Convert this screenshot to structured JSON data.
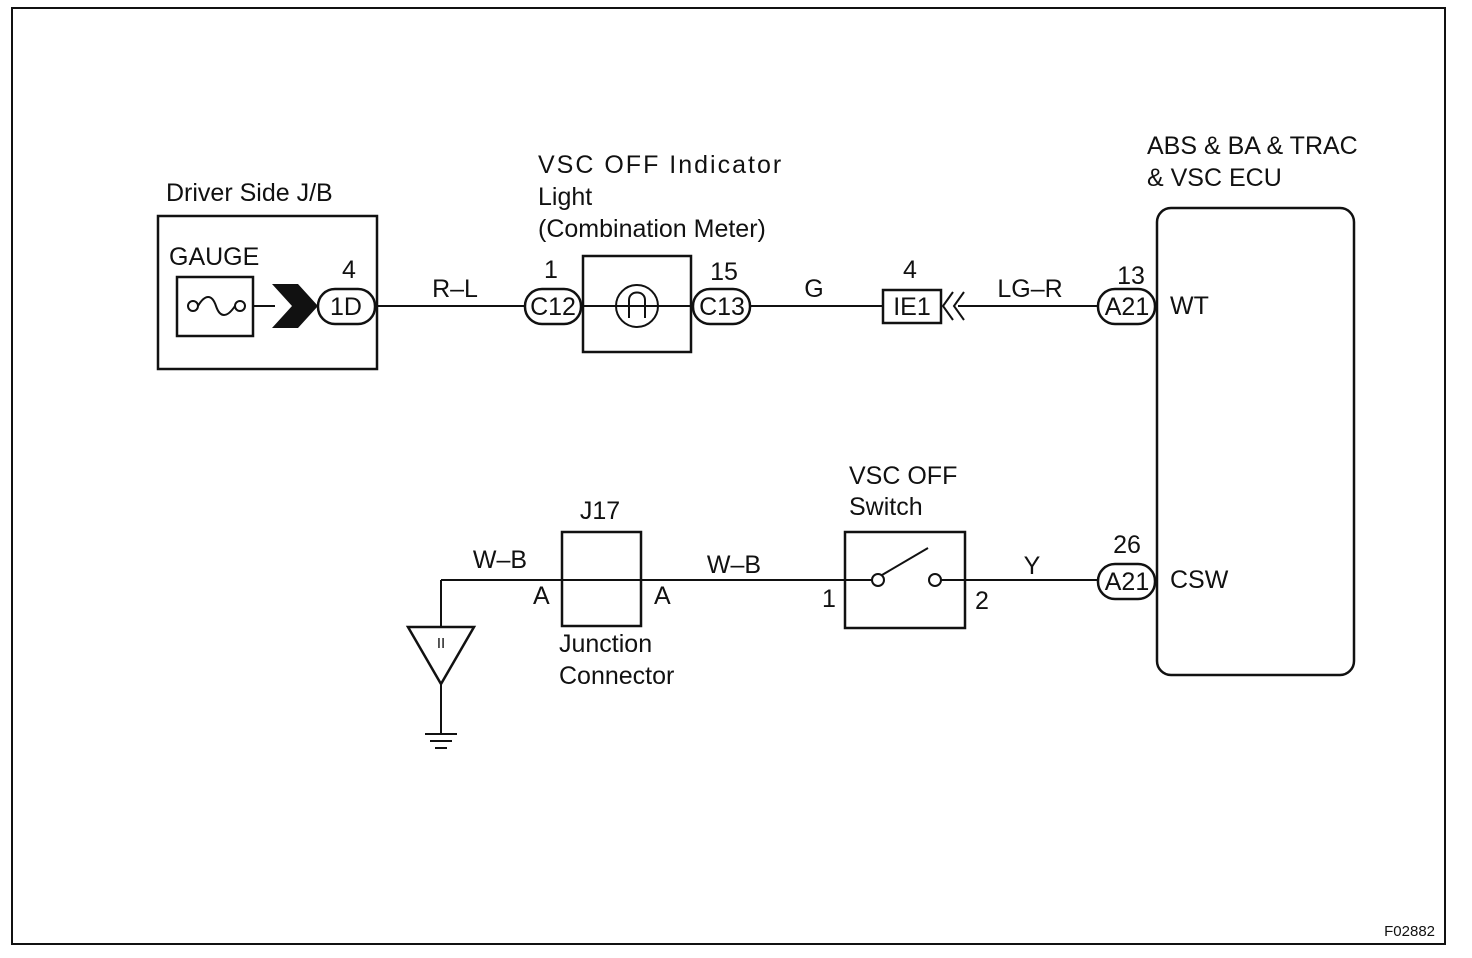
{
  "components": {
    "jb_title": "Driver Side J/B",
    "gauge_label": "GAUGE",
    "indicator_title_1": "VSC  OFF  Indicator",
    "indicator_title_2": "Light",
    "indicator_title_3": "(Combination Meter)",
    "ecu_title_1": "ABS & BA & TRAC",
    "ecu_title_2": "& VSC ECU",
    "junction_id": "J17",
    "junction_title_1": "Junction",
    "junction_title_2": "Connector",
    "switch_title_1": "VSC OFF",
    "switch_title_2": "Switch",
    "ground_symbol": "II"
  },
  "connectors": {
    "c1d": {
      "code": "1D",
      "pin": "4"
    },
    "c12": {
      "code": "C12",
      "pin": "1"
    },
    "c13": {
      "code": "C13",
      "pin": "15"
    },
    "ie1": {
      "code": "IE1",
      "pin": "4"
    },
    "a21_top": {
      "code": "A21",
      "pin": "13"
    },
    "a21_bot": {
      "code": "A21",
      "pin": "26"
    }
  },
  "wires": {
    "w1": "R–L",
    "w2": "G",
    "w3": "LG–R",
    "w4": "W–B",
    "w5": "W–B",
    "w6": "Y"
  },
  "pins": {
    "wt": "WT",
    "csw": "CSW",
    "junction_left": "A",
    "junction_right": "A",
    "switch_in": "1",
    "switch_out": "2"
  },
  "figure_id": "F02882"
}
